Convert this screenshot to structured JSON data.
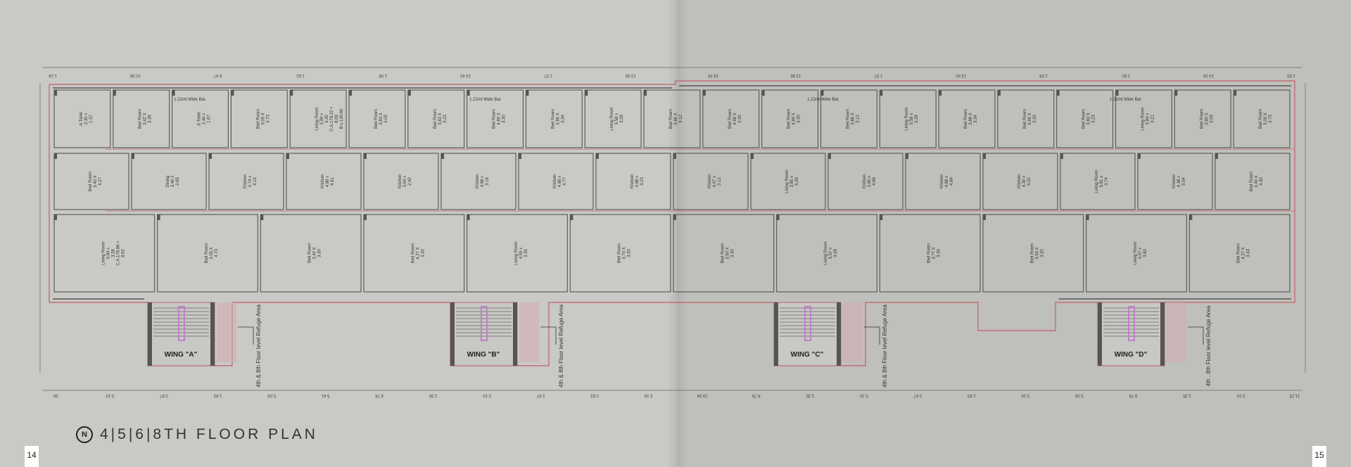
{
  "title": "4|5|6|8TH FLOOR PLAN",
  "north_label": "N",
  "pages": {
    "left": "14",
    "right": "15"
  },
  "wings": [
    {
      "label": "WING \"A\"",
      "refuge": "4th & 8th Floor level Refuge Area"
    },
    {
      "label": "WING \"B\"",
      "refuge": "4th & 8th Floor level Refuge Area"
    },
    {
      "label": "WING \"C\"",
      "refuge": "4th & 8th Floor level Refuge Area"
    },
    {
      "label": "WING \"D\"",
      "refuge": "4th , 8th Floor level Refuge Area"
    }
  ],
  "balcony_label": "1.22mt Wide Bal.",
  "top_dimensions": [
    "1.16",
    "10.36",
    "6.47",
    "1.62",
    "1.08",
    "13.42",
    "1.57",
    "13.56",
    "19.34",
    "13.56",
    "1.57",
    "13.42",
    "1.08",
    "1.62",
    "14.16",
    "1.90"
  ],
  "bottom_dimensions": [
    ".90",
    "5.10",
    "2.67",
    "1.83",
    "5.03",
    "5.41",
    "8.76",
    "1.35",
    "5.10",
    "2.67",
    "1.83",
    "5.18",
    "19.34",
    "8.78",
    "1.35",
    "5.10",
    "2.67",
    "1.83",
    "5.18",
    "5.28",
    "8.76",
    "1.35",
    "5.10",
    "11.23"
  ],
  "rooms_top": [
    "A.Toilet 2.30 x 1.37",
    "Bed Room 3.42 X 3.36",
    "A.Toilet 2.44 x 1.67",
    "Bed Room 3.05 X 3.73",
    "Living Room 5.84 x 3.30 C.A.178.22 + 8.09 B.u.130.60",
    "Bed Room 3.83 X 3.05",
    "Bed Room 3.83 X 3.23",
    "Bed Room 4.89 X 3.30",
    "Bed Room 3.86 X 3.34",
    "Living Room 5.58 x 3.28",
    "Bed Room 3.86 X 3.12",
    "Bed Room 4.89 X 3.30",
    "Bed Room 4.89 X 3.30",
    "Bed Room 3.86 X 3.12",
    "Living Room 5.58 x 3.28",
    "Bed Room 3.86 X 3.34",
    "Bed Room 4.89 X 3.30",
    "Bed Room 3.83 X 3.23",
    "Living Room 5.84 x 3.21",
    "Bed Room 3.80 X 3.05",
    "Bed Room 3.05 X 3.73"
  ],
  "rooms_mid": [
    "Bed Room 3.40 X 4.27",
    "Dining 3.40 x 2.65",
    "Kitchen 2.74 x 4.19",
    "Kitchen 4.88 x 4.81",
    "Kitchen 3.63 x 2.42",
    "Kitchen 4.88 x 3.18",
    "Kitchen 4.88 x 4.77",
    "Kitchen 4.88 x 3.23",
    "Kitchen 4.07 x 3.12",
    "Living Room 3.80 x 5.28",
    "Kitchen 3.80 x 4.88",
    "Kitchen 4.88 x 4.84",
    "Kitchen 4.30 x 5.02",
    "Living Room 5.81 x 3.74",
    "Kitchen 4.38 x 5.04",
    "Bed Room 3.40 X 4.30"
  ],
  "rooms_low": [
    "Living Room 5.84 x 3.38 C.A.178.86 + 8.62",
    "Bed Room 3.05 X 4.73",
    "Bed Room 3.40 X 3.30",
    "Bed Room 4.27 X 3.30",
    "Living Room 4.05 x 3.35",
    "Bed Room 3.70 X 3.30",
    "Bed Room 3.50 X 3.30",
    "Living Room 5.57 x 3.28",
    "Bed Room 3.77 X 3.30",
    "Bed Room 3.50 X 3.20",
    "Living Room 5.07 x 3.80",
    "Bed Room 4.27 X 3.43"
  ],
  "colors": {
    "wall": "#555555",
    "red_line": "#c0606a",
    "stair_rail": "#c080c8",
    "refuge_hatch": "#d8aab0"
  }
}
